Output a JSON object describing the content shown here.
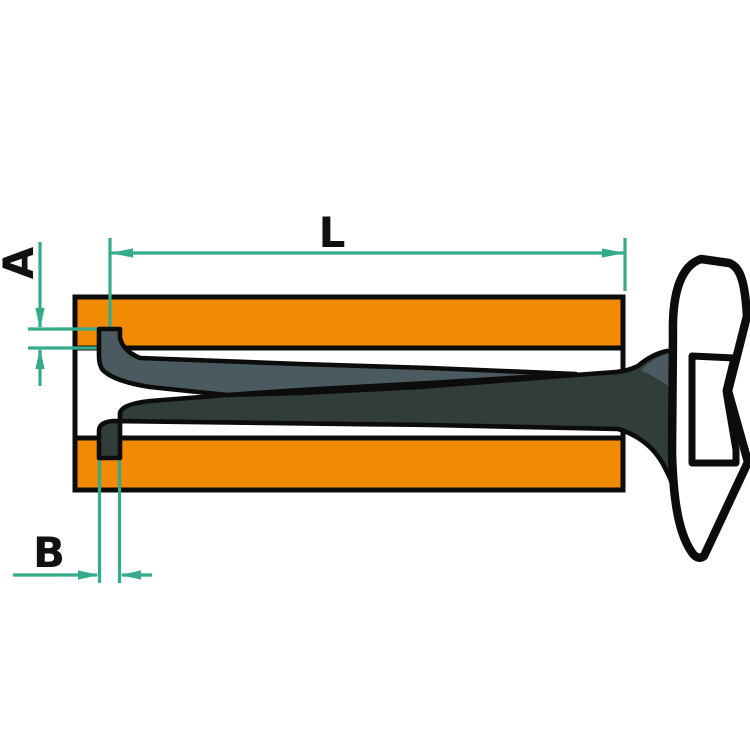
{
  "labels": {
    "length": "L",
    "engagement_depth": "A",
    "slot_width": "B"
  },
  "colors": {
    "background": "#ffffff",
    "panel_orange": "#f28a05",
    "dimension_teal": "#35ab8b",
    "blade_light": "#4b5a61",
    "blade_dark": "#313e37",
    "outline_black": "#0c0c0c",
    "handle_fill": "#ffffff",
    "label_black": "#111111"
  }
}
